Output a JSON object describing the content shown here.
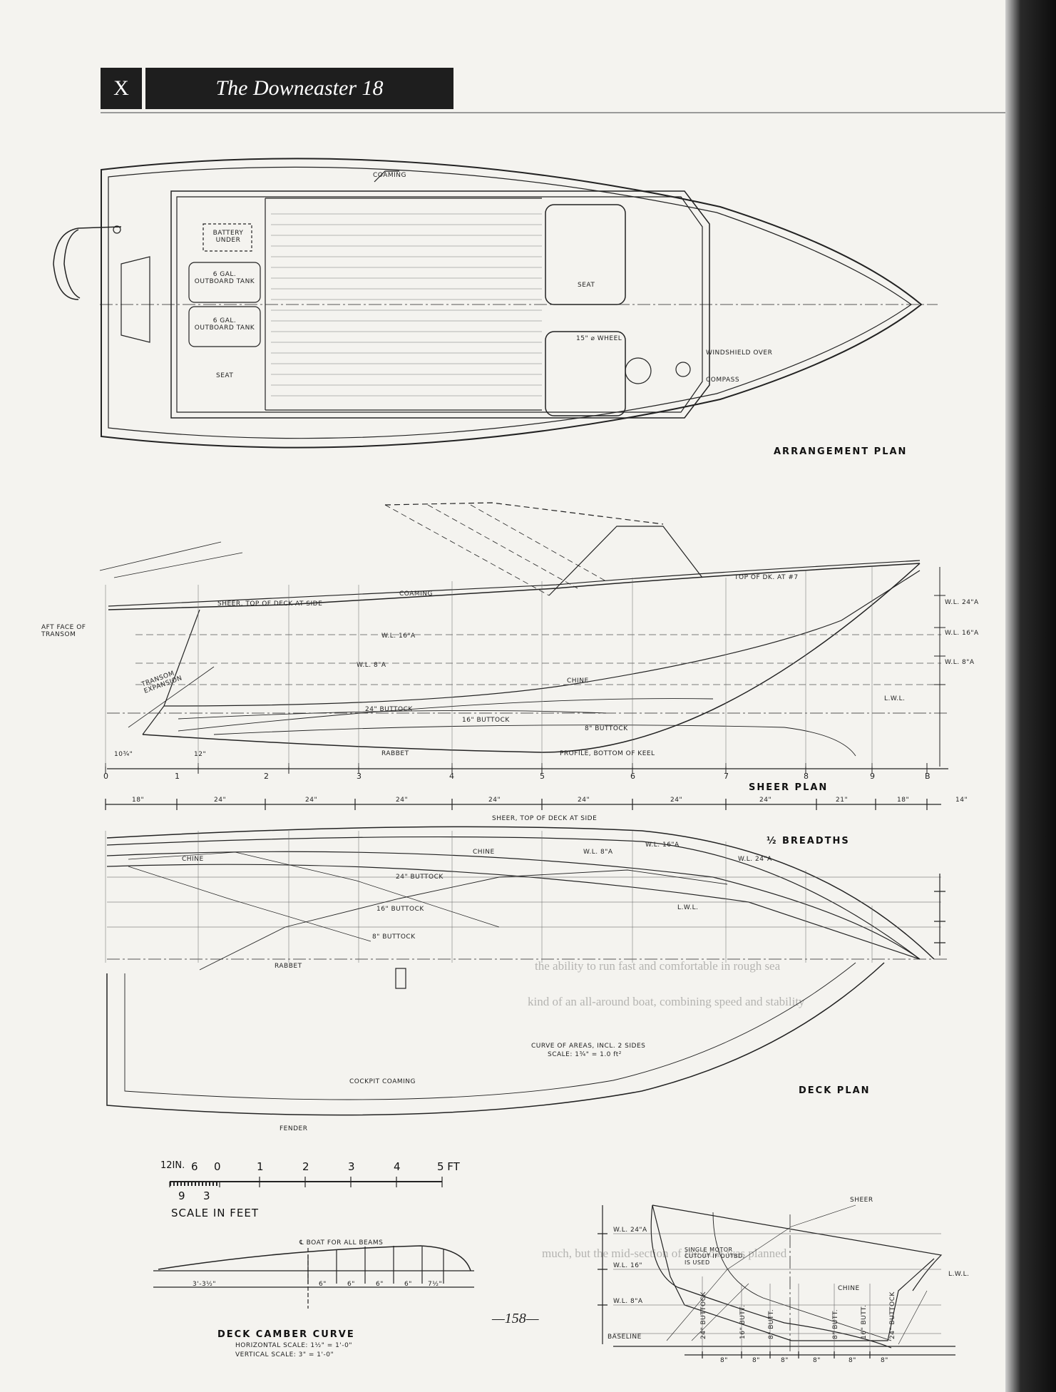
{
  "header": {
    "chapter": "X",
    "title": "The Downeaster 18"
  },
  "page_number": "—158—",
  "arrangement_plan": {
    "title": "ARRANGEMENT PLAN",
    "labels": {
      "coaming": "COAMING",
      "battery": "BATTERY UNDER",
      "tank1": "6 GAL. OUTBOARD TANK",
      "tank2": "6 GAL. OUTBOARD TANK",
      "aft_seat": "SEAT",
      "fwd_seat": "SEAT",
      "wheel": "15\" ⌀ WHEEL",
      "windshield": "WINDSHIELD OVER",
      "compass": "COMPASS"
    }
  },
  "sheer_plan": {
    "title": "SHEER PLAN",
    "labels": {
      "aft_face": "AFT FACE OF TRANSOM",
      "sheer": "SHEER, TOP OF DECK AT SIDE",
      "coaming": "COAMING",
      "top_of_dk": "TOP OF DK. AT #7",
      "wl16": "W.L. 16\"A",
      "wl8": "W.L. 8\"A",
      "chine": "CHINE",
      "buttock24": "24\" BUTTOCK",
      "buttock16": "16\" BUTTOCK",
      "buttock8": "8\" BUTTOCK",
      "rabbet": "RABBET",
      "profile": "PROFILE, BOTTOM OF KEEL",
      "transom_exp": "TRANSOM EXPANSION",
      "lwl": "L.W.L.",
      "wl24_r": "W.L. 24\"A",
      "wl16_r": "W.L. 16\"A",
      "wl8_r": "W.L. 8\"A"
    },
    "stations": [
      "0",
      "1",
      "2",
      "3",
      "4",
      "5",
      "6",
      "7",
      "8",
      "9",
      "B"
    ],
    "spacings": [
      "18\"",
      "24\"",
      "24\"",
      "24\"",
      "24\"",
      "24\"",
      "24\"",
      "24\"",
      "21\"",
      "18\"",
      "14\""
    ],
    "transom_dims": [
      "10¾\"",
      "12\""
    ]
  },
  "half_breadths": {
    "title": "½ BREADTHS",
    "labels": {
      "sheer": "SHEER, TOP OF DECK AT SIDE",
      "chine": "CHINE",
      "wl8": "W.L. 8\"A",
      "wl16": "W.L. 16\"A",
      "wl24": "W.L. 24\"A",
      "buttock24": "24\" BUTTOCK",
      "buttock16": "16\" BUTTOCK",
      "buttock8": "8\" BUTTOCK",
      "rabbet": "RABBET",
      "lwl": "L.W.L.",
      "chine_l": "CHINE"
    }
  },
  "deck_plan": {
    "title": "DECK PLAN",
    "labels": {
      "curve_areas": "CURVE OF AREAS, INCL. 2 SIDES",
      "curve_scale": "SCALE: 1¾\" = 1.0 ft²",
      "cockpit": "COCKPIT COAMING",
      "fender": "FENDER"
    }
  },
  "scale_bar": {
    "left_labels": [
      "12IN.",
      "6",
      "0"
    ],
    "numbers": [
      "1",
      "2",
      "3",
      "4",
      "5 FT"
    ],
    "sub_labels": [
      "9",
      "3"
    ],
    "caption": "SCALE IN FEET"
  },
  "camber": {
    "note": "℄ BOAT FOR ALL BEAMS",
    "title": "DECK CAMBER CURVE",
    "h_scale": "HORIZONTAL SCALE: 1½\" = 1'-0\"",
    "v_scale": "VERTICAL SCALE: 3\" = 1'-0\"",
    "dims": [
      "3'-3½\"",
      "6\"",
      "6\"",
      "6\"",
      "6\"",
      "7½\""
    ]
  },
  "body_plan": {
    "labels": {
      "sheer": "SHEER",
      "wl24": "W.L. 24\"A",
      "wl16": "W.L. 16\"",
      "wl8": "W.L. 8\"A",
      "motor": "SINGLE MOTOR CUTOUT IF OUTBD. IS USED",
      "chine": "CHINE",
      "baseline": "BASELINE",
      "lwl": "L.W.L.",
      "buttocks": [
        "24\" BUTTOCK",
        "16\" BUTT.",
        "8\" BUTT.",
        "8\" BUTT.",
        "16\" BUTT.",
        "24\" BUTTOCK"
      ]
    },
    "spacings": [
      "8\"",
      "8\"",
      "8\"",
      "8\"",
      "8\"",
      "8\""
    ]
  },
  "bleed_text": {
    "line1": "the ability to run fast and comfortable in rough sea",
    "line2": "kind of an all-around boat, combining speed and stability",
    "line3": "much, but the mid-section of the boat was planned"
  },
  "colors": {
    "paper": "#f4f3ef",
    "ink": "#1c1c1c",
    "header_bg": "#1e1e1e"
  }
}
